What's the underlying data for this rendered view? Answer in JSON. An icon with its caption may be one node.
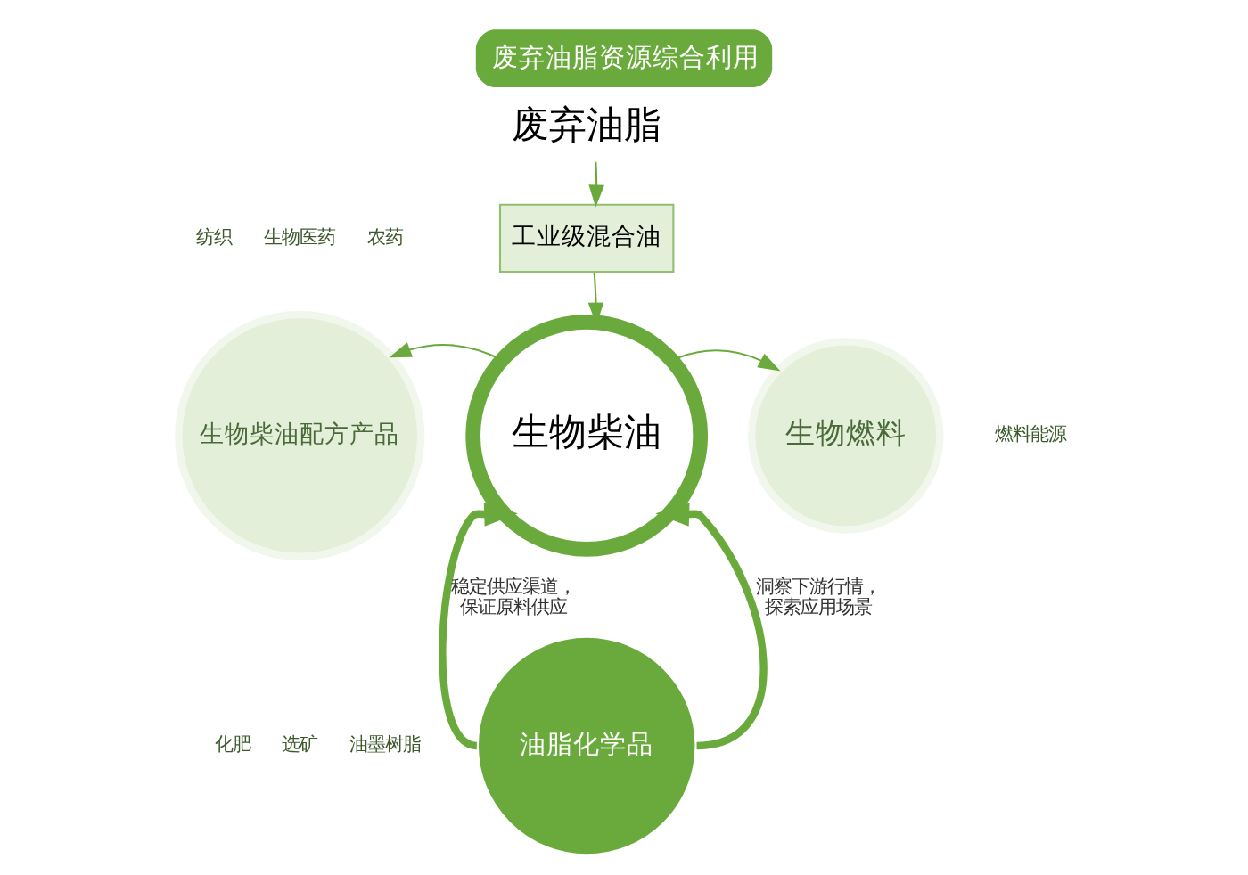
{
  "diagram": {
    "title": "废弃油脂资源综合利用",
    "nodes": [
      {
        "text": [
          "废弃油脂"
        ]
      },
      {
        "text": [
          "工业级混合油"
        ]
      },
      {
        "text": [
          "生物柴油"
        ]
      },
      {
        "text": [
          "生物柴油配方产品"
        ],
        "beside": [
          "纺织",
          "生物医药",
          "农药",
          "化肥",
          "选矿",
          "油墨树脂"
        ]
      },
      {
        "text": [
          "生物燃料"
        ],
        "beside": [
          "燃料能源"
        ]
      },
      {
        "text": [
          "油脂化学品"
        ]
      }
    ],
    "edges": [
      {
        "from": 0,
        "to": 1,
        "arrow": "to"
      },
      {
        "from": 1,
        "to": 2,
        "arrow": "to"
      },
      {
        "from": 2,
        "to": 3,
        "arrow": "to"
      },
      {
        "from": 2,
        "to": 4,
        "arrow": "to"
      },
      {
        "from": 5,
        "to": 2,
        "arrow": "to",
        "label": "稳定供应渠道，保证原料供应",
        "style": "thick"
      },
      {
        "from": 5,
        "to": 2,
        "arrow": "to",
        "label": "洞察下游行情，探索应用场景",
        "style": "thick"
      }
    ]
  }
}
